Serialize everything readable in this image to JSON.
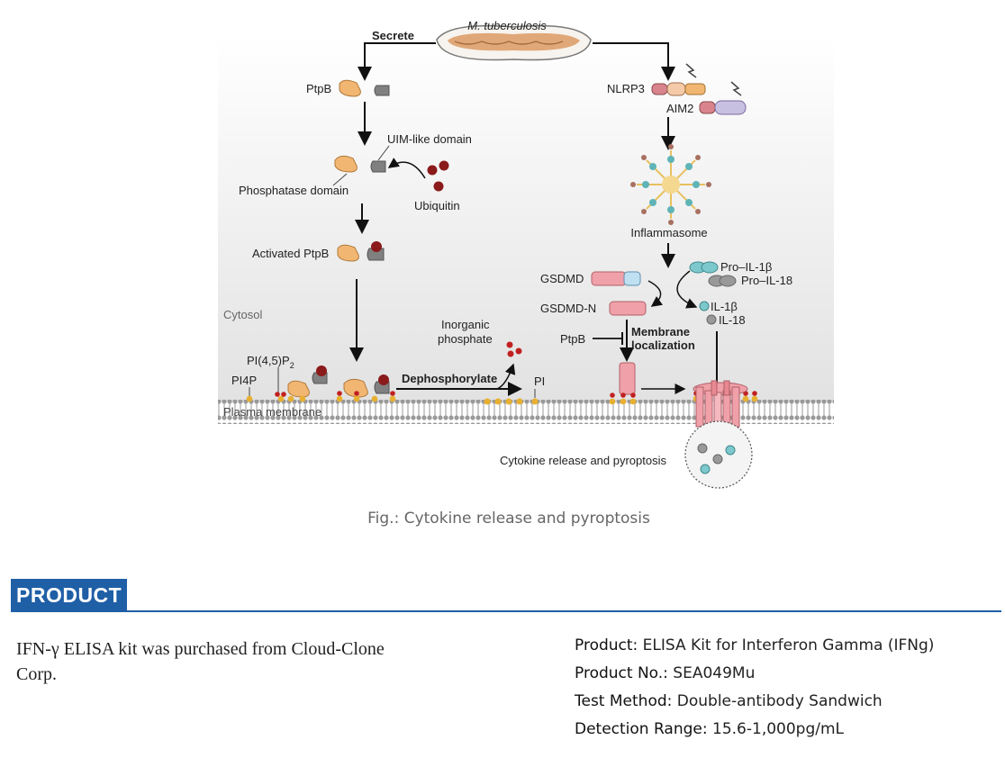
{
  "figure": {
    "labels": {
      "mtb": "M. tuberculosis",
      "secrete": "Secrete",
      "ptpb_top": "PtpB",
      "nlrp3": "NLRP3",
      "aim2": "AIM2",
      "uim": "UIM-like domain",
      "phosphatase": "Phosphatase domain",
      "ubiquitin": "Ubiquitin",
      "inflammasome": "Inflammasome",
      "activated": "Activated PtpB",
      "gsdmd": "GSDMD",
      "gsdmd_n": "GSDMD-N",
      "pro_il1b": "Pro–IL-1β",
      "pro_il18": "Pro–IL-18",
      "il1b": "IL-1β",
      "il18": "IL-18",
      "cytosol": "Cytosol",
      "inorganic": "Inorganic",
      "phosphate": "phosphate",
      "ptpb_mid": "PtpB",
      "membrane1": "Membrane",
      "membrane2": "localization",
      "pi45p2": "PI(4,5)P",
      "pi45p2_sub": "2",
      "pi4p": "PI4P",
      "dephos": "Dephosphorylate",
      "pi": "PI",
      "plasma": "Plasma membrane",
      "cytokine": "Cytokine release and pyroptosis"
    },
    "caption": "Fig.: Cytokine release and pyroptosis"
  },
  "product_section": {
    "header": "PRODUCT",
    "description": "IFN-γ ELISA kit was purchased from Cloud-Clone Corp.",
    "specs": [
      {
        "key": "Product:",
        "value": " ELISA Kit for Interferon Gamma (IFNg)"
      },
      {
        "key": "Product No.:",
        "value": " SEA049Mu"
      },
      {
        "key": "Test Method:",
        "value": " Double-antibody Sandwich"
      },
      {
        "key": "Detection Range:",
        "value": " 15.6-1,000pg/mL"
      }
    ]
  },
  "colors": {
    "accent": "#1f5fa6",
    "ptpb": "#f2b673",
    "ubiquitin": "#8b1a1a",
    "gsdmd": "#f0a0a8",
    "pro_il1b": "#7cc8cc"
  }
}
